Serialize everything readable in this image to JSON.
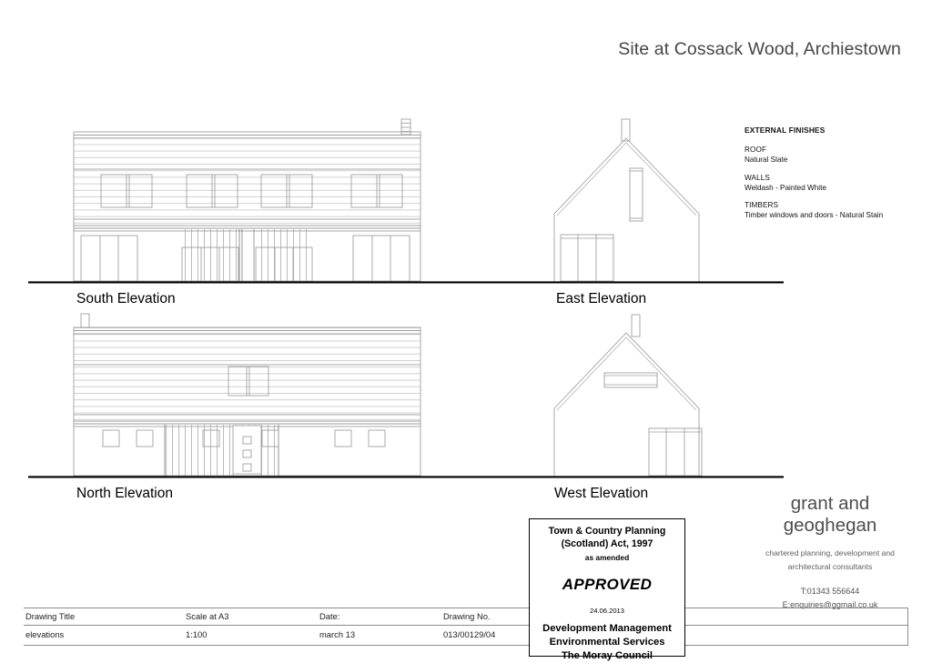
{
  "sheet": {
    "title": "Site at Cossack Wood, Archiestown"
  },
  "elevations": {
    "south": "South Elevation",
    "east": "East Elevation",
    "north": "North Elevation",
    "west": "West Elevation"
  },
  "finishes": {
    "heading": "EXTERNAL FINISHES",
    "items": [
      {
        "category": "ROOF",
        "value": "Natural Slate"
      },
      {
        "category": "WALLS",
        "value": "Weldash - Painted White"
      },
      {
        "category": "TIMBERS",
        "value": "Timber windows and doors - Natural Stain"
      }
    ]
  },
  "practice": {
    "name_line1": "grant and",
    "name_line2": "geoghegan",
    "sub_line1": "chartered planning, development and",
    "sub_line2": "architectural consultants",
    "phone": "T:01343 556644",
    "email": "E:enquiries@ggmail.co.uk"
  },
  "titleblock": {
    "drawing_title_label": "Drawing Title",
    "drawing_title_value": "elevations",
    "scale_label": "Scale at A3",
    "scale_value": "1:100",
    "date_label": "Date:",
    "date_value": "march 13",
    "drawing_no_label": "Drawing No.",
    "drawing_no_value": "013/00129/04"
  },
  "stamp": {
    "act_line1": "Town & Country Planning",
    "act_line2": "(Scotland) Act, 1997",
    "amended": "as amended",
    "approved": "APPROVED",
    "date": "24.06.2013",
    "dept_line1": "Development Management",
    "dept_line2": "Environmental Services",
    "dept_line3": "The Moray Council"
  },
  "drawing": {
    "line_color": "#9a9c9e",
    "ground_color": "#000000",
    "roof_course_color": "#b6b8ba"
  }
}
